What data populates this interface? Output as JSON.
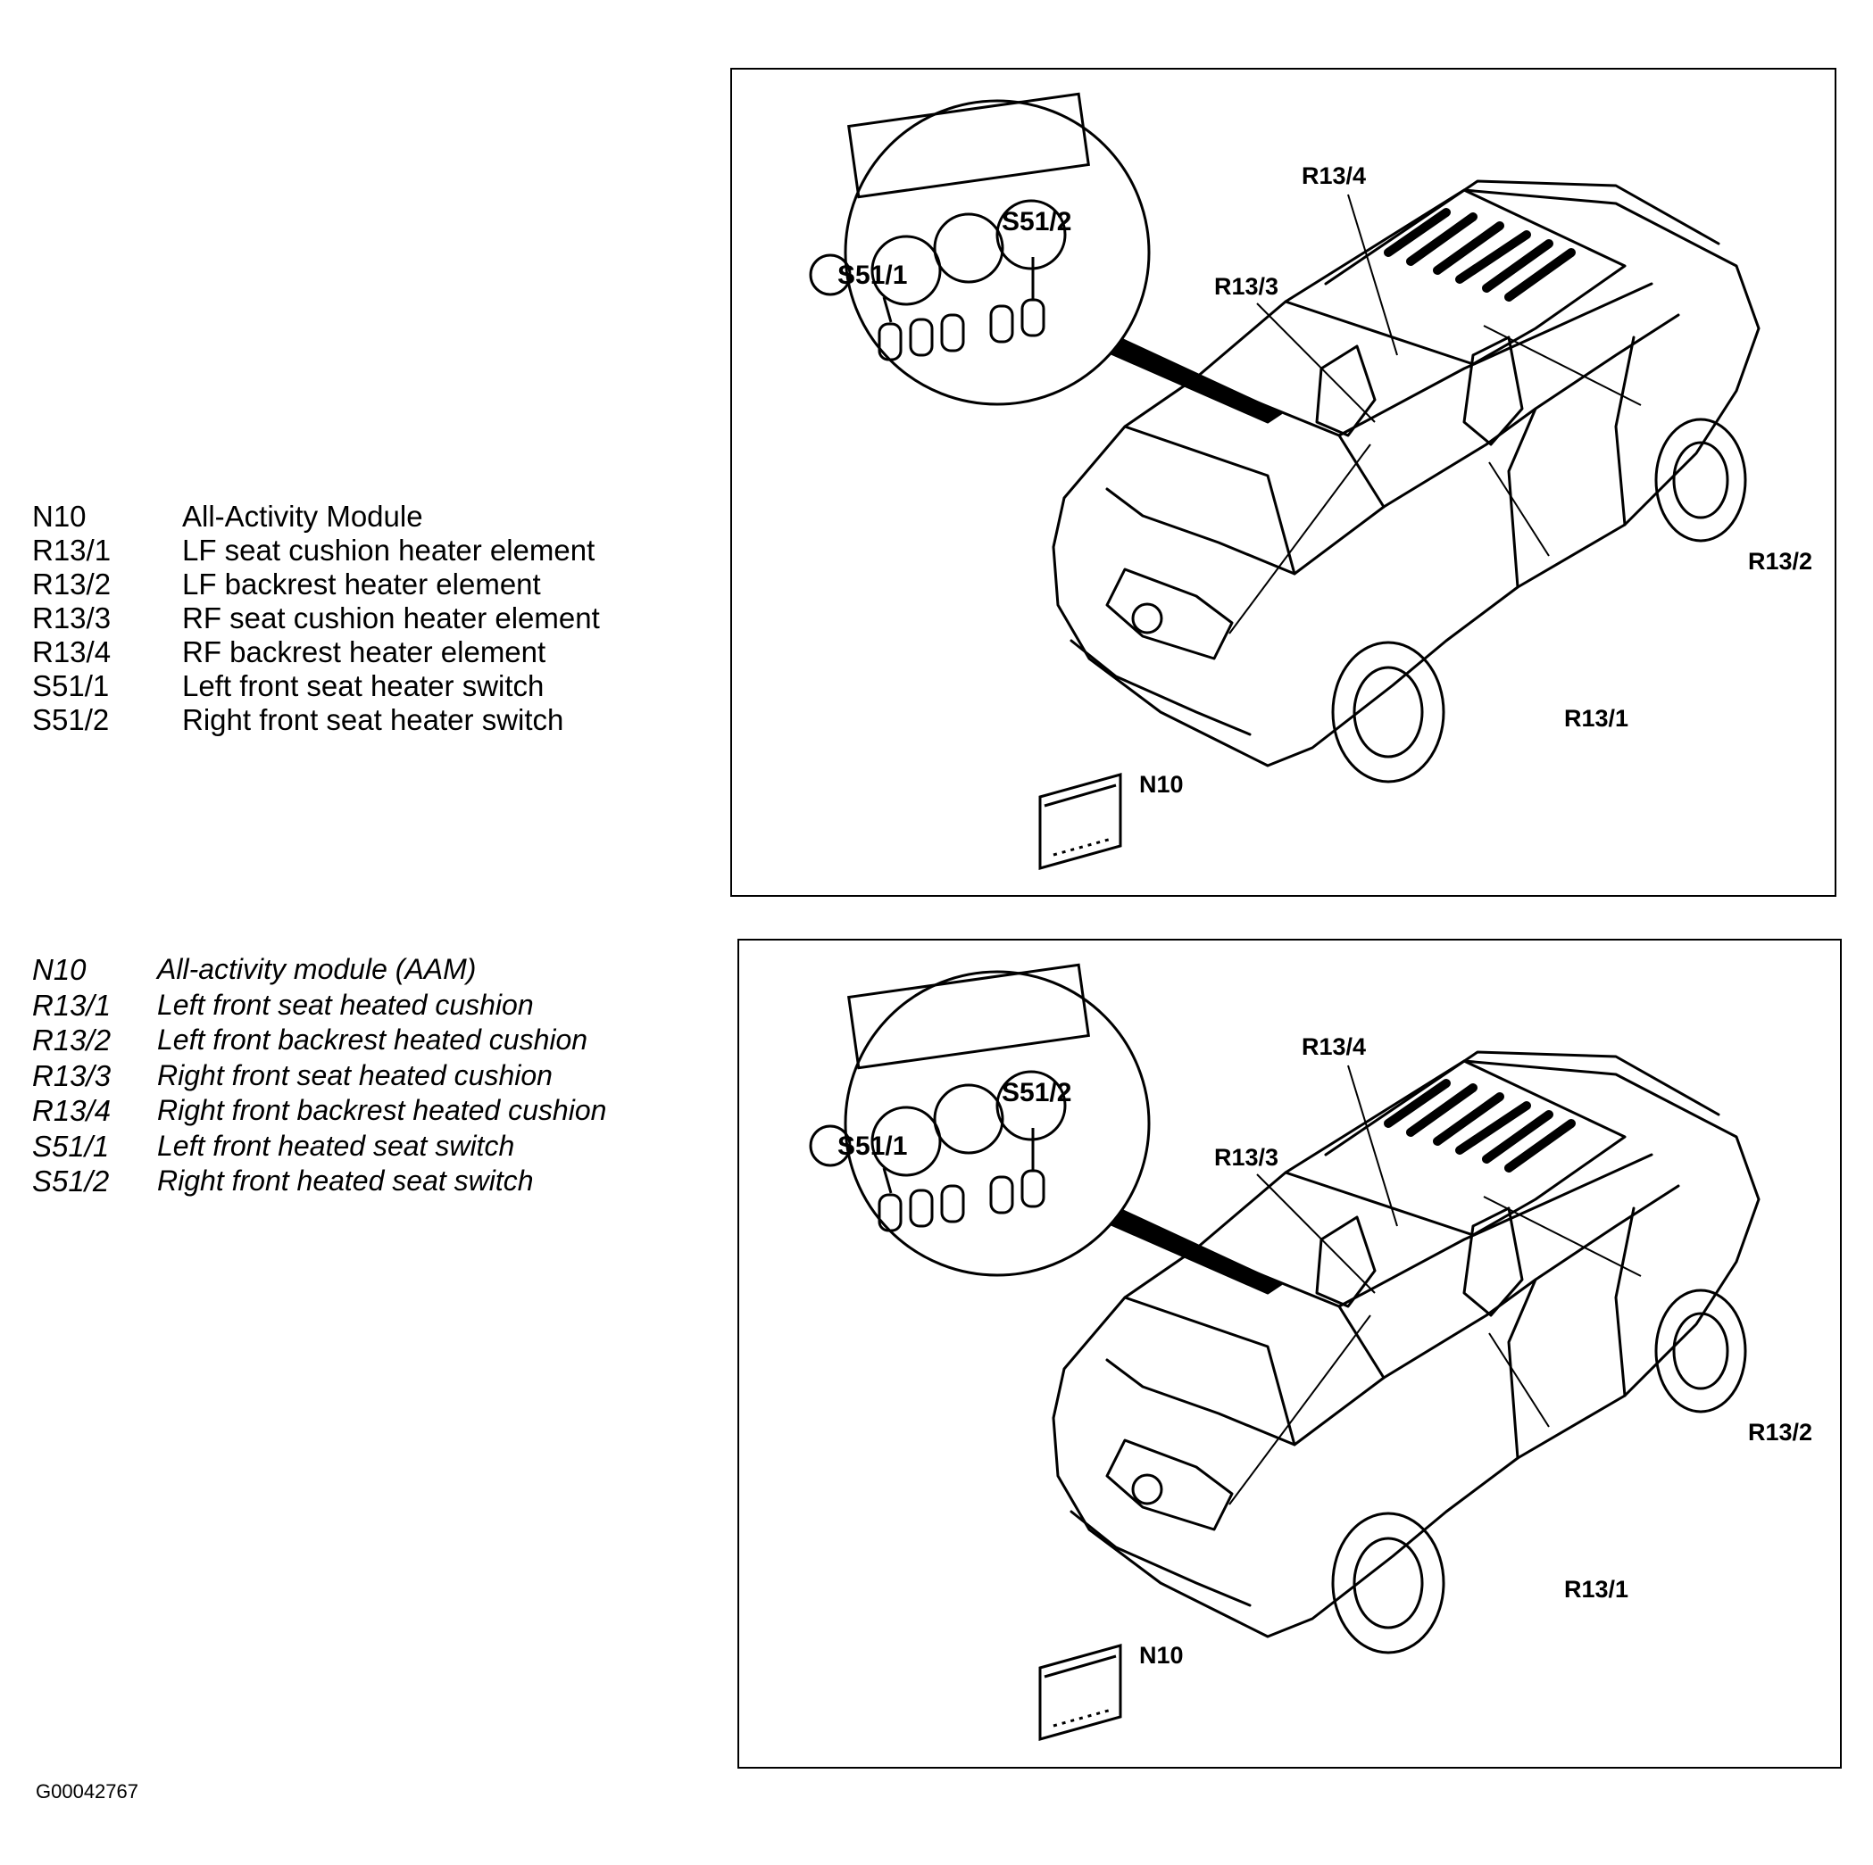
{
  "legend_top": [
    {
      "code": "N10",
      "description": "All-Activity Module"
    },
    {
      "code": "R13/1",
      "description": "LF seat cushion heater element"
    },
    {
      "code": "R13/2",
      "description": "LF backrest heater element"
    },
    {
      "code": "R13/3",
      "description": "RF seat cushion heater element"
    },
    {
      "code": "R13/4",
      "description": "RF backrest heater element"
    },
    {
      "code": "S51/1",
      "description": "Left front seat heater switch"
    },
    {
      "code": "S51/2",
      "description": "Right front seat heater switch"
    }
  ],
  "legend_bottom": [
    {
      "code": "N10",
      "description": "All-activity module (AAM)"
    },
    {
      "code": "R13/1",
      "description": "Left front seat heated cushion"
    },
    {
      "code": "R13/2",
      "description": "Left front backrest heated cushion"
    },
    {
      "code": "R13/3",
      "description": "Right front seat heated cushion"
    },
    {
      "code": "R13/4",
      "description": "Right front backrest heated cushion"
    },
    {
      "code": "S51/1",
      "description": "Left front heated seat switch"
    },
    {
      "code": "S51/2",
      "description": "Right front heated seat switch"
    }
  ],
  "diagram_top": {
    "callouts": {
      "r13_4": "R13/4",
      "r13_3": "R13/3",
      "r13_2": "R13/2",
      "r13_1": "R13/1",
      "n10": "N10"
    },
    "inset": {
      "s51_1": "S51/1",
      "s51_2": "S51/2"
    }
  },
  "diagram_bottom": {
    "callouts": {
      "r13_4": "R13/4",
      "r13_3": "R13/3",
      "r13_2": "R13/2",
      "r13_1": "R13/1",
      "n10": "N10"
    },
    "inset": {
      "s51_1": "S51/1",
      "s51_2": "S51/2"
    }
  },
  "figure_id": "G00042767"
}
